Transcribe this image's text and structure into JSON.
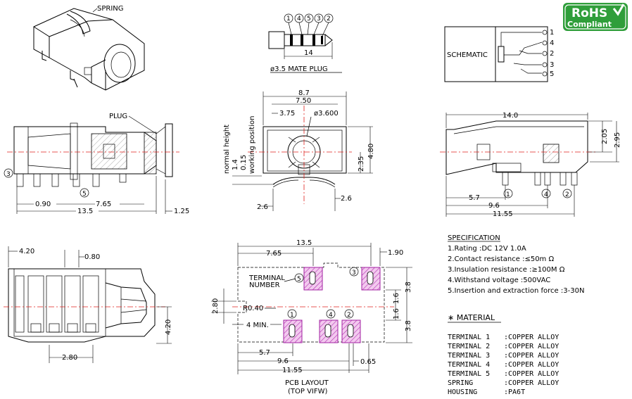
{
  "logo": {
    "line1": "RoHS",
    "line2": "Compliant",
    "color": "#2f9e3a"
  },
  "iso_view": {
    "spring_label": "SPRING"
  },
  "mate_plug": {
    "numbers": [
      "1",
      "4",
      "5",
      "3",
      "2"
    ],
    "length": "14",
    "caption": "ø3.5 MATE PLUG"
  },
  "schematic": {
    "label": "SCHEMATIC",
    "pins": [
      "1",
      "4",
      "2",
      "3",
      "5"
    ]
  },
  "side_view": {
    "plug_label": "PLUG",
    "terminal_marks": [
      "3",
      "5"
    ],
    "dims": {
      "a": "0.90",
      "b": "7.65",
      "c": "13.5",
      "d": "1.25"
    }
  },
  "front_view": {
    "dims": {
      "width": "8.7",
      "inner": "7.50",
      "half": "3.75",
      "diameter": "ø3.600",
      "h1": "2.35",
      "h2": "4.80",
      "lead_l": "2.6",
      "lead_r": "2.6"
    },
    "vertical_labels": [
      "normal height",
      "working position"
    ],
    "v_dims": [
      "1.4",
      "0.15"
    ]
  },
  "right_view": {
    "dims": {
      "length": "14.0",
      "h1": "2.05",
      "h2": "2.95",
      "a": "5.7",
      "b": "9.6",
      "c": "11.55"
    },
    "marks": [
      "1",
      "4",
      "2"
    ]
  },
  "bottom_view": {
    "dims": {
      "a": "4.20",
      "b": "0.80",
      "c": "4.20",
      "d": "2.80"
    }
  },
  "pcb_layout": {
    "top_dims": {
      "overall": "13.5",
      "a": "7.65",
      "b": "1.90"
    },
    "terminal_label_1": "TERMINAL",
    "terminal_label_2": "NUMBER",
    "radius": "R0.40",
    "min": "4 MIN.",
    "left_dim": "2.80",
    "right_dims": [
      "3.8",
      "1.6",
      "1.6",
      "3.8"
    ],
    "bottom_dims": {
      "a": "5.7",
      "b": "9.6",
      "c": "11.55",
      "d": "0.65"
    },
    "marks": [
      "5",
      "3",
      "1",
      "4",
      "2"
    ],
    "caption_1": "PCB LAYOUT",
    "caption_2": "(TOP VIFW)"
  },
  "specification": {
    "title": "SPECIFICATION",
    "lines": [
      "1.Rating  :DC 12V 1.0A",
      "2.Contact resistance :≤50m Ω",
      "3.Insulation resistance :≥100M Ω",
      "4.Withstand voltage :500VAC",
      "5.Insertion and extraction force :3-30N"
    ]
  },
  "material": {
    "title": "∗ MATERIAL",
    "rows": [
      {
        "part": "TERMINAL 1",
        "value": ":COPPER ALLOY"
      },
      {
        "part": "TERMINAL 2",
        "value": ":COPPER ALLOY"
      },
      {
        "part": "TERMINAL 3",
        "value": ":COPPER ALLOY"
      },
      {
        "part": "TERMINAL 4",
        "value": ":COPPER ALLOY"
      },
      {
        "part": "TERMINAL 5",
        "value": ":COPPER ALLOY"
      },
      {
        "part": "SPRING",
        "value": ":COPPER ALLOY"
      },
      {
        "part": "HOUSING",
        "value": ":PA6T"
      }
    ]
  }
}
